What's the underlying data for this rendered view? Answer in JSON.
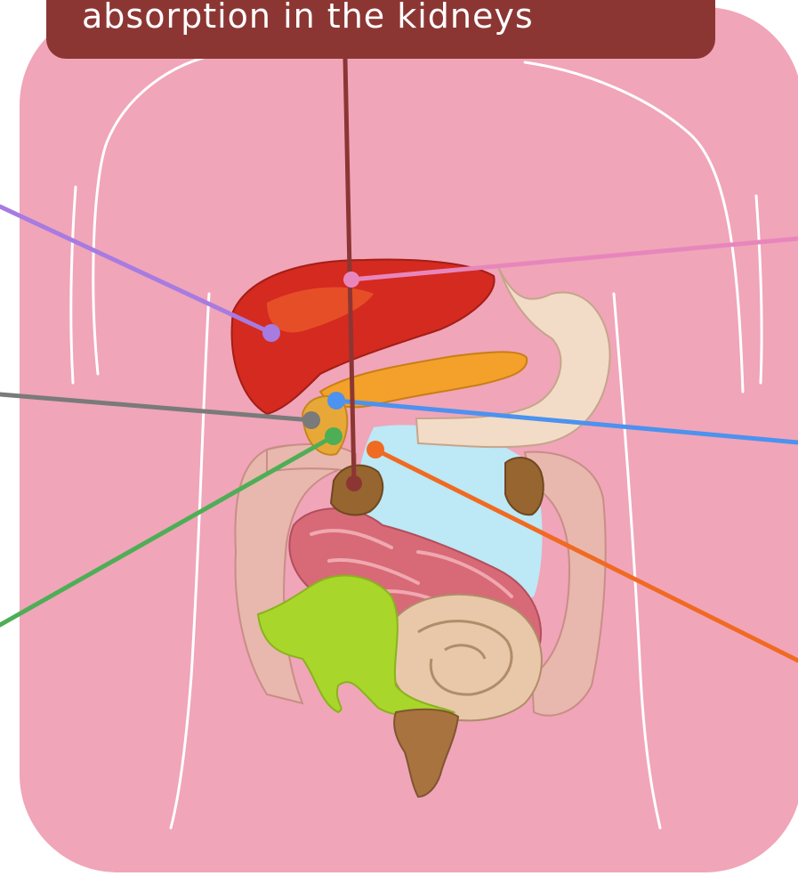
{
  "callout": {
    "text": "absorption in the kidneys",
    "background_color": "#8c3634",
    "text_color": "#ffffff"
  },
  "body_color": "#f0a5b9",
  "outline_color": "#ffffff",
  "organs": [
    {
      "name": "liver",
      "color": "#d42a20"
    },
    {
      "name": "stomach",
      "color": "#f2dcc7"
    },
    {
      "name": "pancreas",
      "color": "#f3a12a"
    },
    {
      "name": "gallbladder",
      "color": "#e8a838"
    },
    {
      "name": "kidney",
      "color": "#97652f"
    },
    {
      "name": "large-intestine",
      "color": "#e8b7ad"
    },
    {
      "name": "small-intestine",
      "color": "#d76a76"
    },
    {
      "name": "cecum",
      "color": "#a8d62a"
    },
    {
      "name": "rectum",
      "color": "#a8733f"
    },
    {
      "name": "abdominal-cavity",
      "color": "#bde8f5"
    }
  ],
  "pointers": [
    {
      "name": "purple",
      "color": "#a77be0"
    },
    {
      "name": "pink",
      "color": "#e886bc"
    },
    {
      "name": "gray",
      "color": "#7a7a7a"
    },
    {
      "name": "blue",
      "color": "#4c92ee"
    },
    {
      "name": "green",
      "color": "#4eae56"
    },
    {
      "name": "orange",
      "color": "#f06a22"
    },
    {
      "name": "maroon",
      "color": "#8c3634"
    }
  ]
}
